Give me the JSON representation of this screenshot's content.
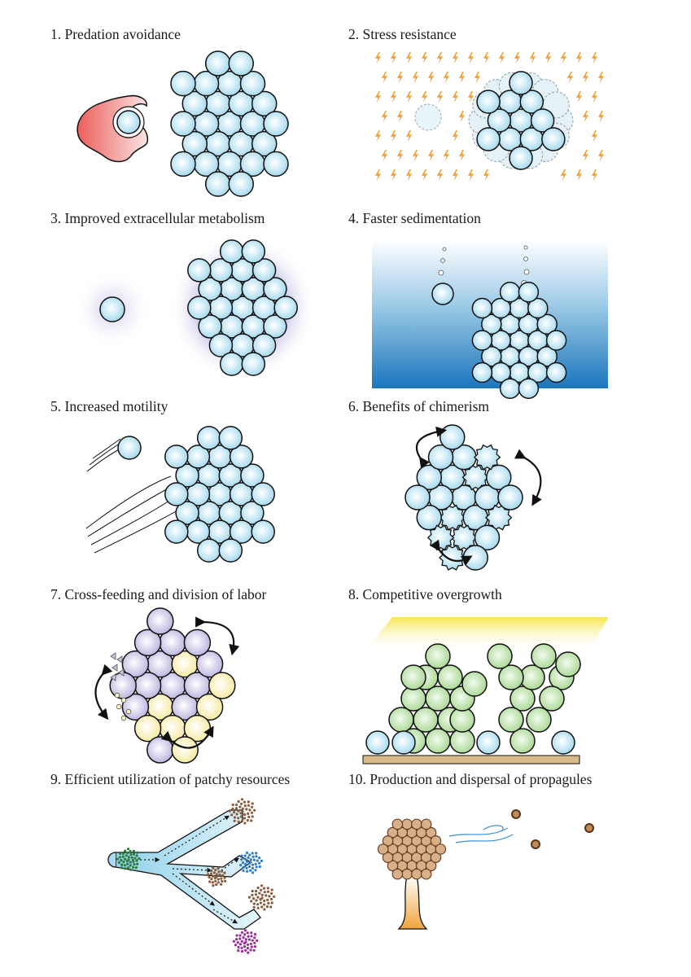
{
  "figure": {
    "panels": [
      {
        "title": "1. Predation avoidance"
      },
      {
        "title": "2. Stress resistance"
      },
      {
        "title": "3. Improved extracellular metabolism"
      },
      {
        "title": "4. Faster sedimentation"
      },
      {
        "title": "5. Increased motility"
      },
      {
        "title": "6. Benefits of chimerism"
      },
      {
        "title": "7. Cross-feeding and division of labor"
      },
      {
        "title": "8. Competitive overgrowth"
      },
      {
        "title": "9. Efficient utilization of patchy resources"
      },
      {
        "title": "10. Production and dispersal of propagules"
      }
    ]
  },
  "colors": {
    "cell_fill": "#bfe6f4",
    "cell_stroke": "#111111",
    "amoeba": "#ef6f6c",
    "lightning": "#f4a13a",
    "halo": "#7b74c8",
    "water_top": "#ffffff",
    "water_bottom": "#1a76bd",
    "lavender_cell": "#c9c3e6",
    "yellow_cell": "#fbf3bf",
    "green_cell": "#bfe3ad",
    "light_beam": "#f6e64a",
    "substrate": "#d8b98c",
    "channel": "#a9dcef",
    "stalk": "#f0a43c",
    "propagule": "#8b5a3a"
  }
}
